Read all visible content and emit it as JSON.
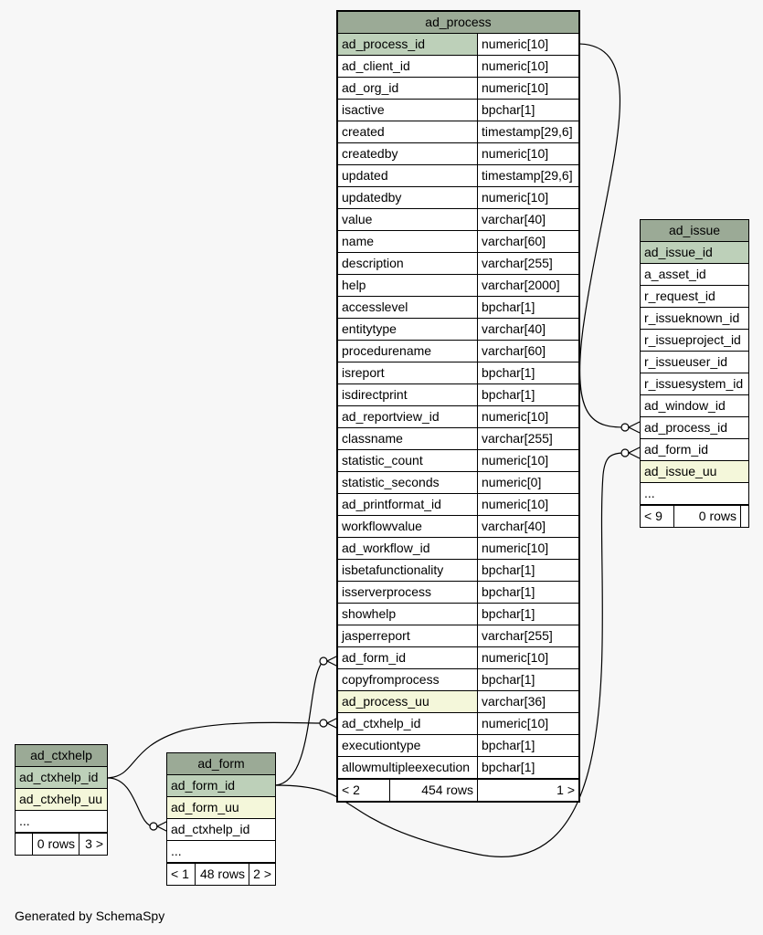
{
  "tables": {
    "ad_process": {
      "title": "ad_process",
      "columns": [
        {
          "name": "ad_process_id",
          "type": "numeric[10]",
          "key": "pk"
        },
        {
          "name": "ad_client_id",
          "type": "numeric[10]"
        },
        {
          "name": "ad_org_id",
          "type": "numeric[10]"
        },
        {
          "name": "isactive",
          "type": "bpchar[1]"
        },
        {
          "name": "created",
          "type": "timestamp[29,6]"
        },
        {
          "name": "createdby",
          "type": "numeric[10]"
        },
        {
          "name": "updated",
          "type": "timestamp[29,6]"
        },
        {
          "name": "updatedby",
          "type": "numeric[10]"
        },
        {
          "name": "value",
          "type": "varchar[40]"
        },
        {
          "name": "name",
          "type": "varchar[60]"
        },
        {
          "name": "description",
          "type": "varchar[255]"
        },
        {
          "name": "help",
          "type": "varchar[2000]"
        },
        {
          "name": "accesslevel",
          "type": "bpchar[1]"
        },
        {
          "name": "entitytype",
          "type": "varchar[40]"
        },
        {
          "name": "procedurename",
          "type": "varchar[60]"
        },
        {
          "name": "isreport",
          "type": "bpchar[1]"
        },
        {
          "name": "isdirectprint",
          "type": "bpchar[1]"
        },
        {
          "name": "ad_reportview_id",
          "type": "numeric[10]"
        },
        {
          "name": "classname",
          "type": "varchar[255]"
        },
        {
          "name": "statistic_count",
          "type": "numeric[10]"
        },
        {
          "name": "statistic_seconds",
          "type": "numeric[0]"
        },
        {
          "name": "ad_printformat_id",
          "type": "numeric[10]"
        },
        {
          "name": "workflowvalue",
          "type": "varchar[40]"
        },
        {
          "name": "ad_workflow_id",
          "type": "numeric[10]"
        },
        {
          "name": "isbetafunctionality",
          "type": "bpchar[1]"
        },
        {
          "name": "isserverprocess",
          "type": "bpchar[1]"
        },
        {
          "name": "showhelp",
          "type": "bpchar[1]"
        },
        {
          "name": "jasperreport",
          "type": "varchar[255]"
        },
        {
          "name": "ad_form_id",
          "type": "numeric[10]"
        },
        {
          "name": "copyfromprocess",
          "type": "bpchar[1]"
        },
        {
          "name": "ad_process_uu",
          "type": "varchar[36]",
          "key": "uu"
        },
        {
          "name": "ad_ctxhelp_id",
          "type": "numeric[10]"
        },
        {
          "name": "executiontype",
          "type": "bpchar[1]"
        },
        {
          "name": "allowmultipleexecution",
          "type": "bpchar[1]"
        }
      ],
      "footer": {
        "parents": "< 2",
        "rows": "454 rows",
        "children": "1 >"
      }
    },
    "ad_issue": {
      "title": "ad_issue",
      "columns": [
        {
          "name": "ad_issue_id",
          "key": "pk"
        },
        {
          "name": "a_asset_id"
        },
        {
          "name": "r_request_id"
        },
        {
          "name": "r_issueknown_id"
        },
        {
          "name": "r_issueproject_id"
        },
        {
          "name": "r_issueuser_id"
        },
        {
          "name": "r_issuesystem_id"
        },
        {
          "name": "ad_window_id"
        },
        {
          "name": "ad_process_id"
        },
        {
          "name": "ad_form_id"
        },
        {
          "name": "ad_issue_uu",
          "key": "uu"
        },
        {
          "name": "..."
        }
      ],
      "footer": {
        "parents": "< 9",
        "rows": "0 rows",
        "children": ""
      }
    },
    "ad_ctxhelp": {
      "title": "ad_ctxhelp",
      "columns": [
        {
          "name": "ad_ctxhelp_id",
          "key": "pk"
        },
        {
          "name": "ad_ctxhelp_uu",
          "key": "uu"
        },
        {
          "name": "..."
        }
      ],
      "footer": {
        "parents": "",
        "rows": "0 rows",
        "children": "3 >"
      }
    },
    "ad_form": {
      "title": "ad_form",
      "columns": [
        {
          "name": "ad_form_id",
          "key": "pk"
        },
        {
          "name": "ad_form_uu",
          "key": "uu"
        },
        {
          "name": "ad_ctxhelp_id"
        },
        {
          "name": "..."
        }
      ],
      "footer": {
        "parents": "< 1",
        "rows": "48 rows",
        "children": "2 >"
      }
    }
  },
  "generated_by": "Generated by SchemaSpy"
}
